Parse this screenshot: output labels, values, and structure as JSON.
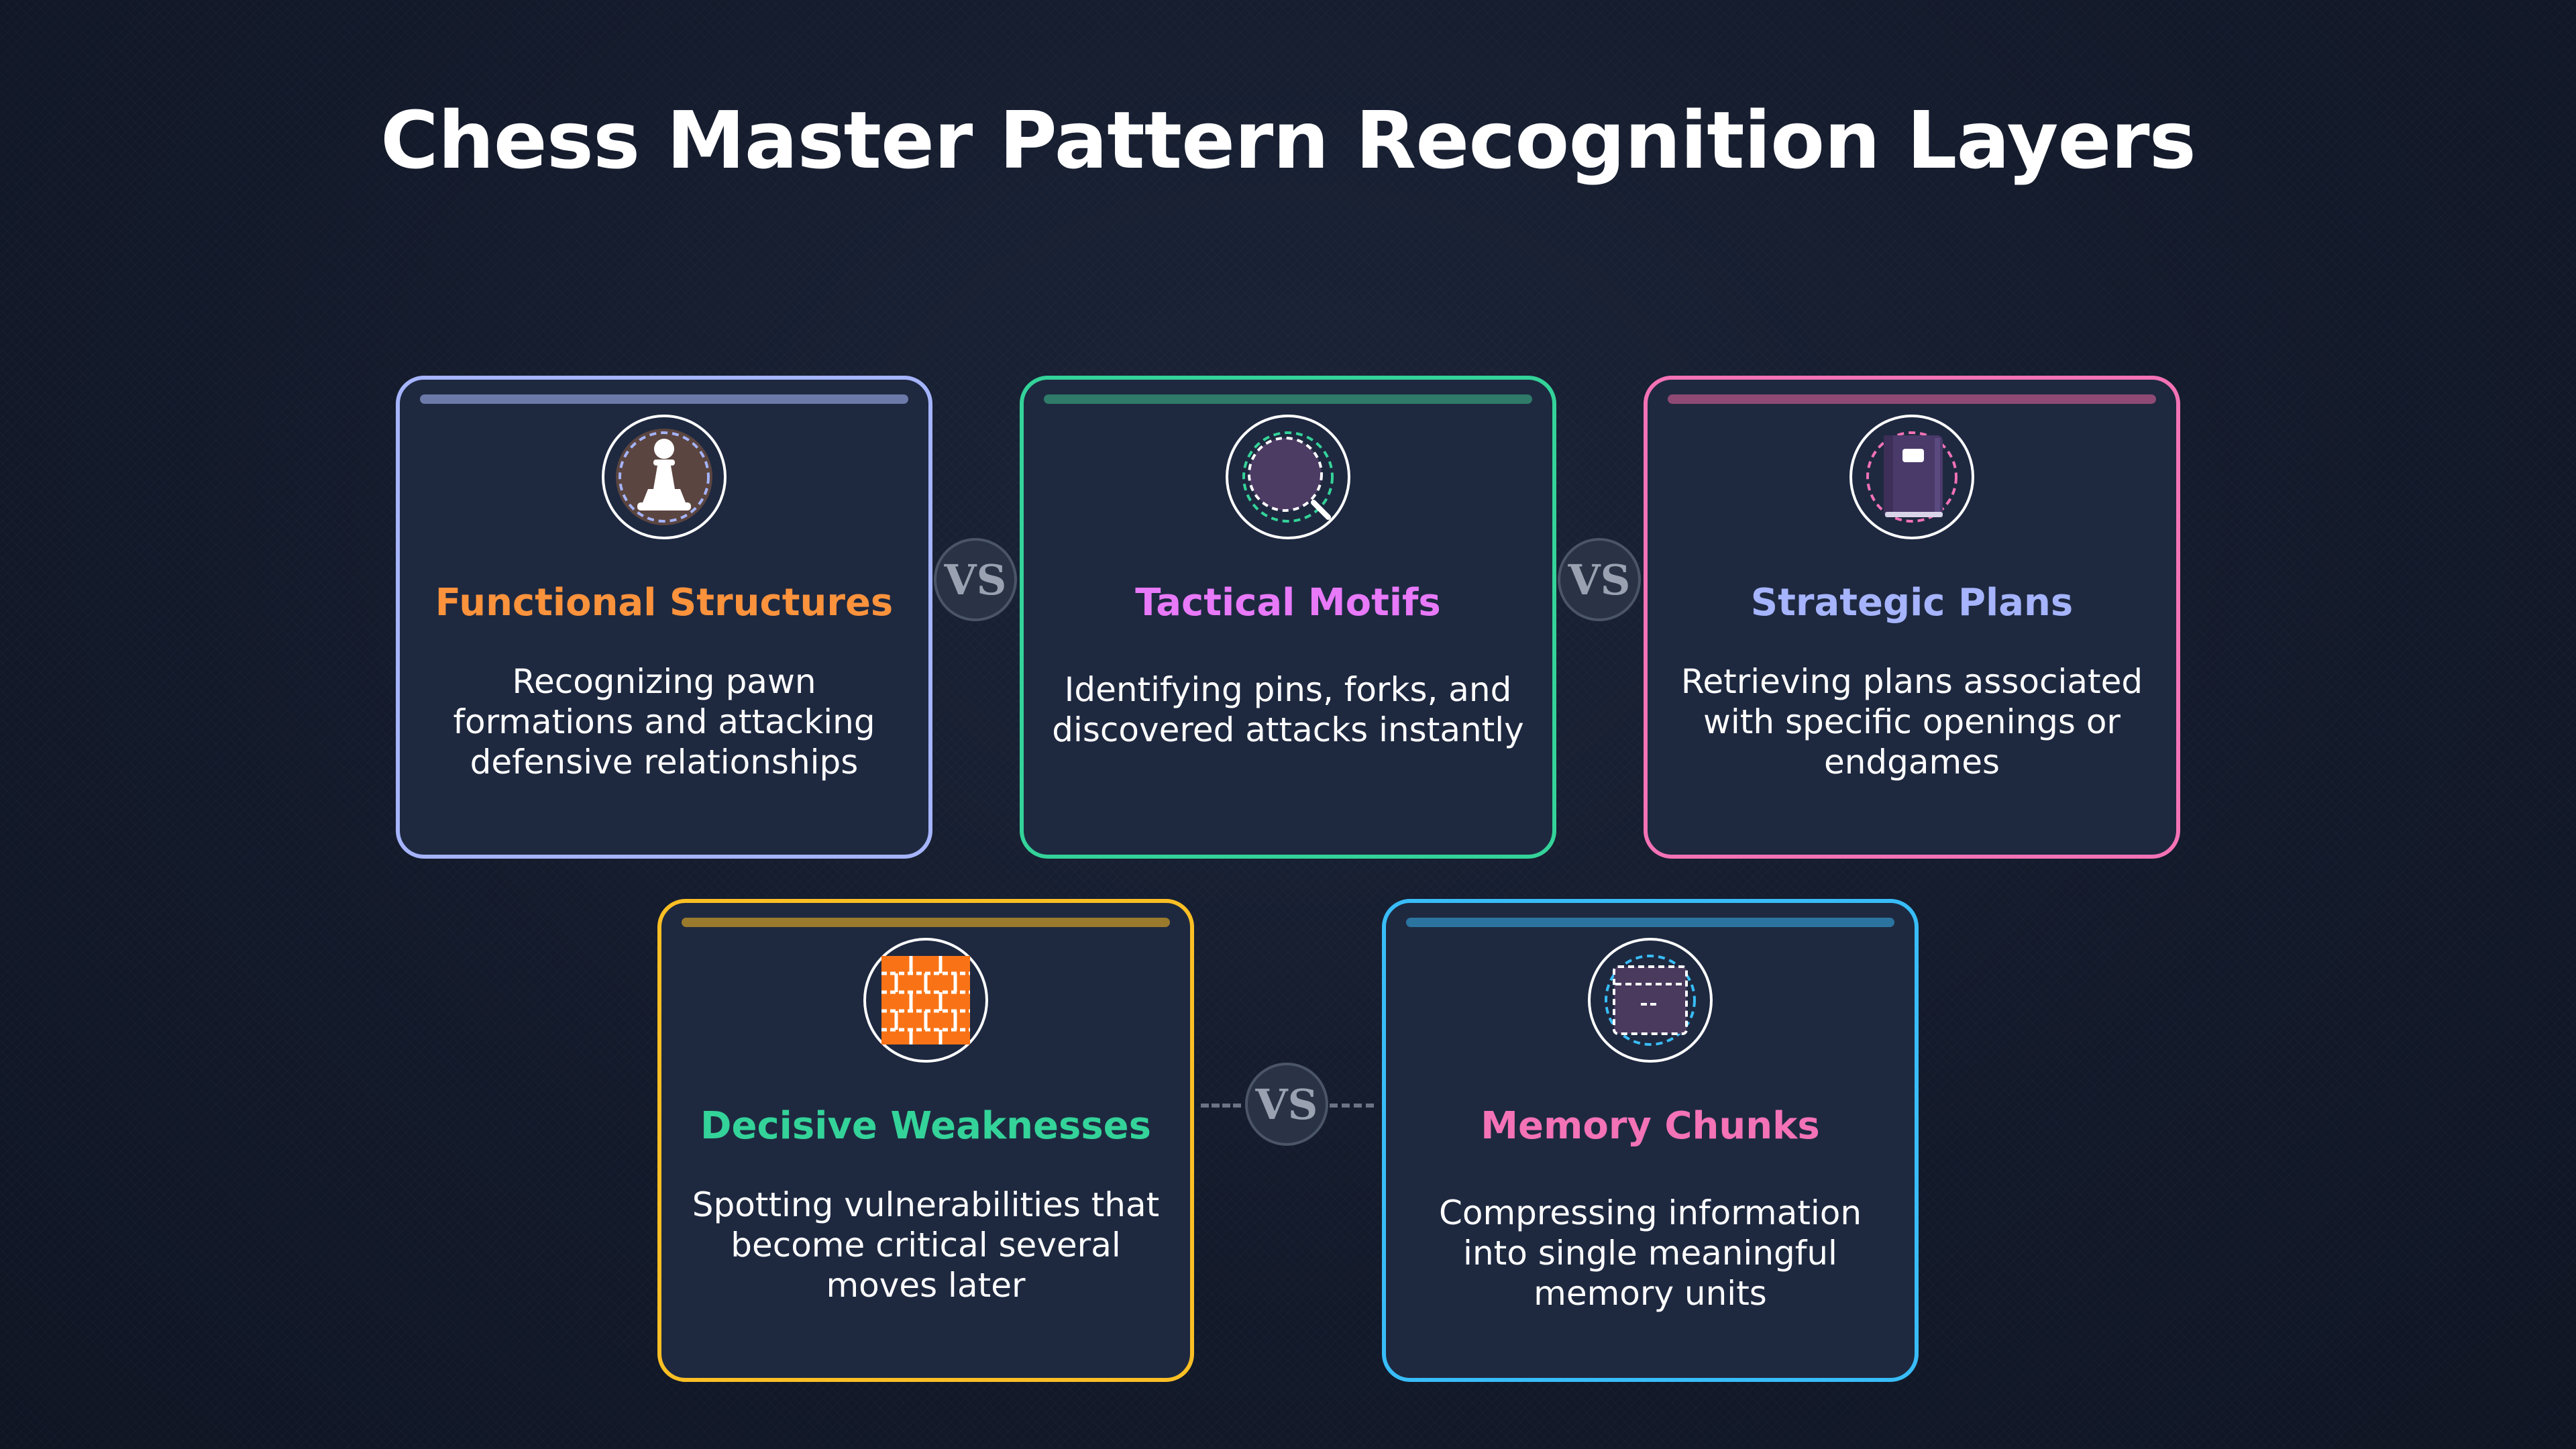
{
  "title": "Chess Master Pattern Recognition Layers",
  "vs_label": "VS",
  "cards": [
    {
      "title": "Functional Structures",
      "description": "Recognizing pawn formations and attacking defensive relationships",
      "icon": "chess-pawn-icon",
      "border_color": "#a5b4fc",
      "title_color": "#fb923c"
    },
    {
      "title": "Tactical Motifs",
      "description": "Identifying pins, forks, and discovered attacks instantly",
      "icon": "magnifier-icon",
      "border_color": "#34d399",
      "title_color": "#e879f9"
    },
    {
      "title": "Strategic Plans",
      "description": "Retrieving plans associated with specific openings or endgames",
      "icon": "book-icon",
      "border_color": "#f472b6",
      "title_color": "#a5b4fc"
    },
    {
      "title": "Decisive Weaknesses",
      "description": "Spotting vulnerabilities that become critical several moves later",
      "icon": "brick-wall-icon",
      "border_color": "#fbbf24",
      "title_color": "#34d399"
    },
    {
      "title": "Memory Chunks",
      "description": "Compressing information into single meaningful memory units",
      "icon": "memory-block-icon",
      "border_color": "#38bdf8",
      "title_color": "#f472b6"
    }
  ]
}
